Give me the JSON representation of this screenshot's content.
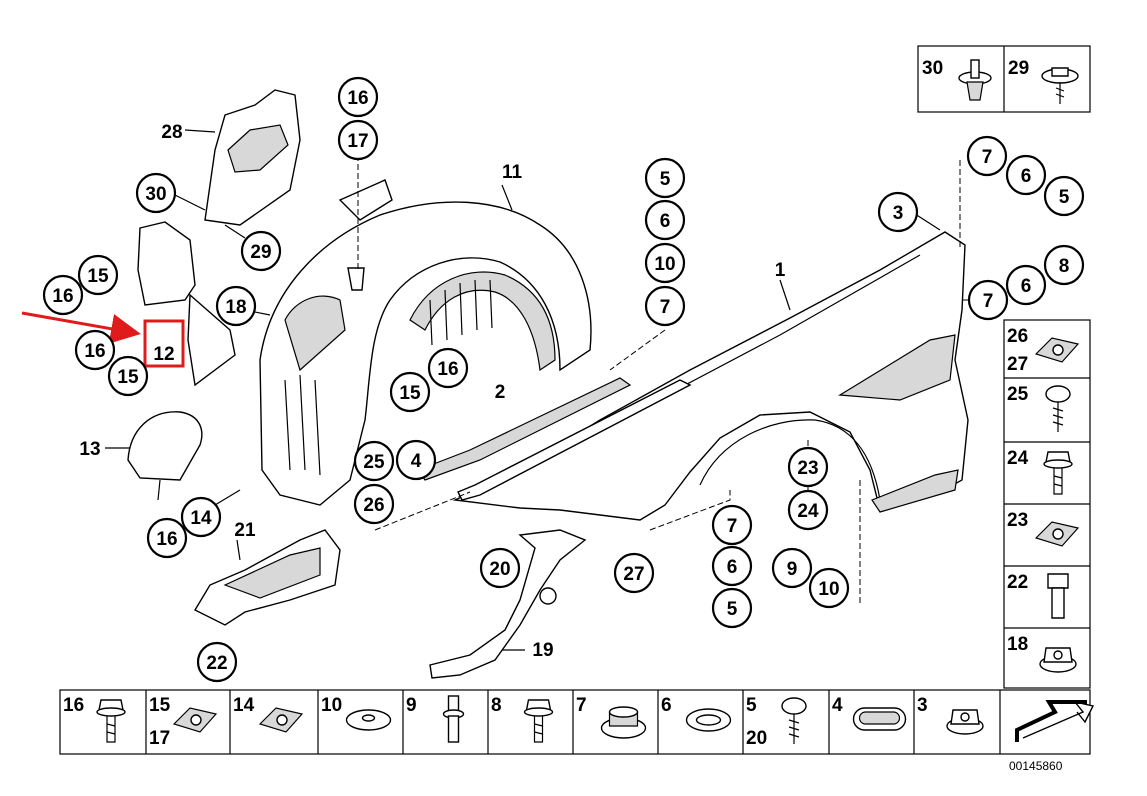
{
  "diagram_code": "00145860",
  "highlighted_label": "12",
  "colors": {
    "highlight": "#e01b1b",
    "line": "#000000",
    "part_fill": "#ffffff",
    "part_shade": "#d8d8d8"
  },
  "callouts": [
    "16",
    "17",
    "11",
    "28",
    "30",
    "29",
    "15",
    "16",
    "18",
    "16",
    "15",
    "13",
    "14",
    "16",
    "21",
    "22",
    "16",
    "15",
    "25",
    "26",
    "4",
    "2",
    "20",
    "19",
    "27",
    "1",
    "3",
    "5",
    "6",
    "10",
    "7",
    "7",
    "6",
    "5",
    "7",
    "6",
    "8",
    "23",
    "24",
    "7",
    "6",
    "5",
    "9",
    "10"
  ],
  "labels": [
    "12",
    "28",
    "13",
    "11",
    "1",
    "2",
    "19",
    "21",
    "14",
    "3"
  ],
  "hardware_top": [
    {
      "num": "30",
      "icon": "expanding-rivet-icon"
    },
    {
      "num": "29",
      "icon": "flange-screw-icon"
    }
  ],
  "hardware_right": [
    {
      "nums": [
        "26",
        "27"
      ],
      "icon": "spring-nut-icon"
    },
    {
      "nums": [
        "25"
      ],
      "icon": "self-tapping-screw-icon"
    },
    {
      "nums": [
        "24"
      ],
      "icon": "hex-screw-icon"
    },
    {
      "nums": [
        "23"
      ],
      "icon": "clip-nut-icon"
    },
    {
      "nums": [
        "22"
      ],
      "icon": "hex-bolt-icon"
    },
    {
      "nums": [
        "18"
      ],
      "icon": "hex-nut-icon"
    }
  ],
  "hardware_bottom": [
    {
      "nums": [
        "16"
      ],
      "icon": "hex-flange-screw-icon"
    },
    {
      "nums": [
        "15",
        "17"
      ],
      "icon": "sheet-nut-icon"
    },
    {
      "nums": [
        "14"
      ],
      "icon": "clip-nut-icon"
    },
    {
      "nums": [
        "10"
      ],
      "icon": "washer-icon"
    },
    {
      "nums": [
        "9"
      ],
      "icon": "stud-bolt-icon"
    },
    {
      "nums": [
        "8"
      ],
      "icon": "torx-bolt-icon"
    },
    {
      "nums": [
        "7"
      ],
      "icon": "rubber-grommet-icon"
    },
    {
      "nums": [
        "6"
      ],
      "icon": "seal-ring-icon"
    },
    {
      "nums": [
        "5",
        "20"
      ],
      "icon": "torx-screw-icon"
    },
    {
      "nums": [
        "4"
      ],
      "icon": "oval-plug-icon"
    },
    {
      "nums": [
        "3"
      ],
      "icon": "hex-nut-flange-icon"
    },
    {
      "nums": [],
      "icon": "arrow-icon"
    }
  ]
}
